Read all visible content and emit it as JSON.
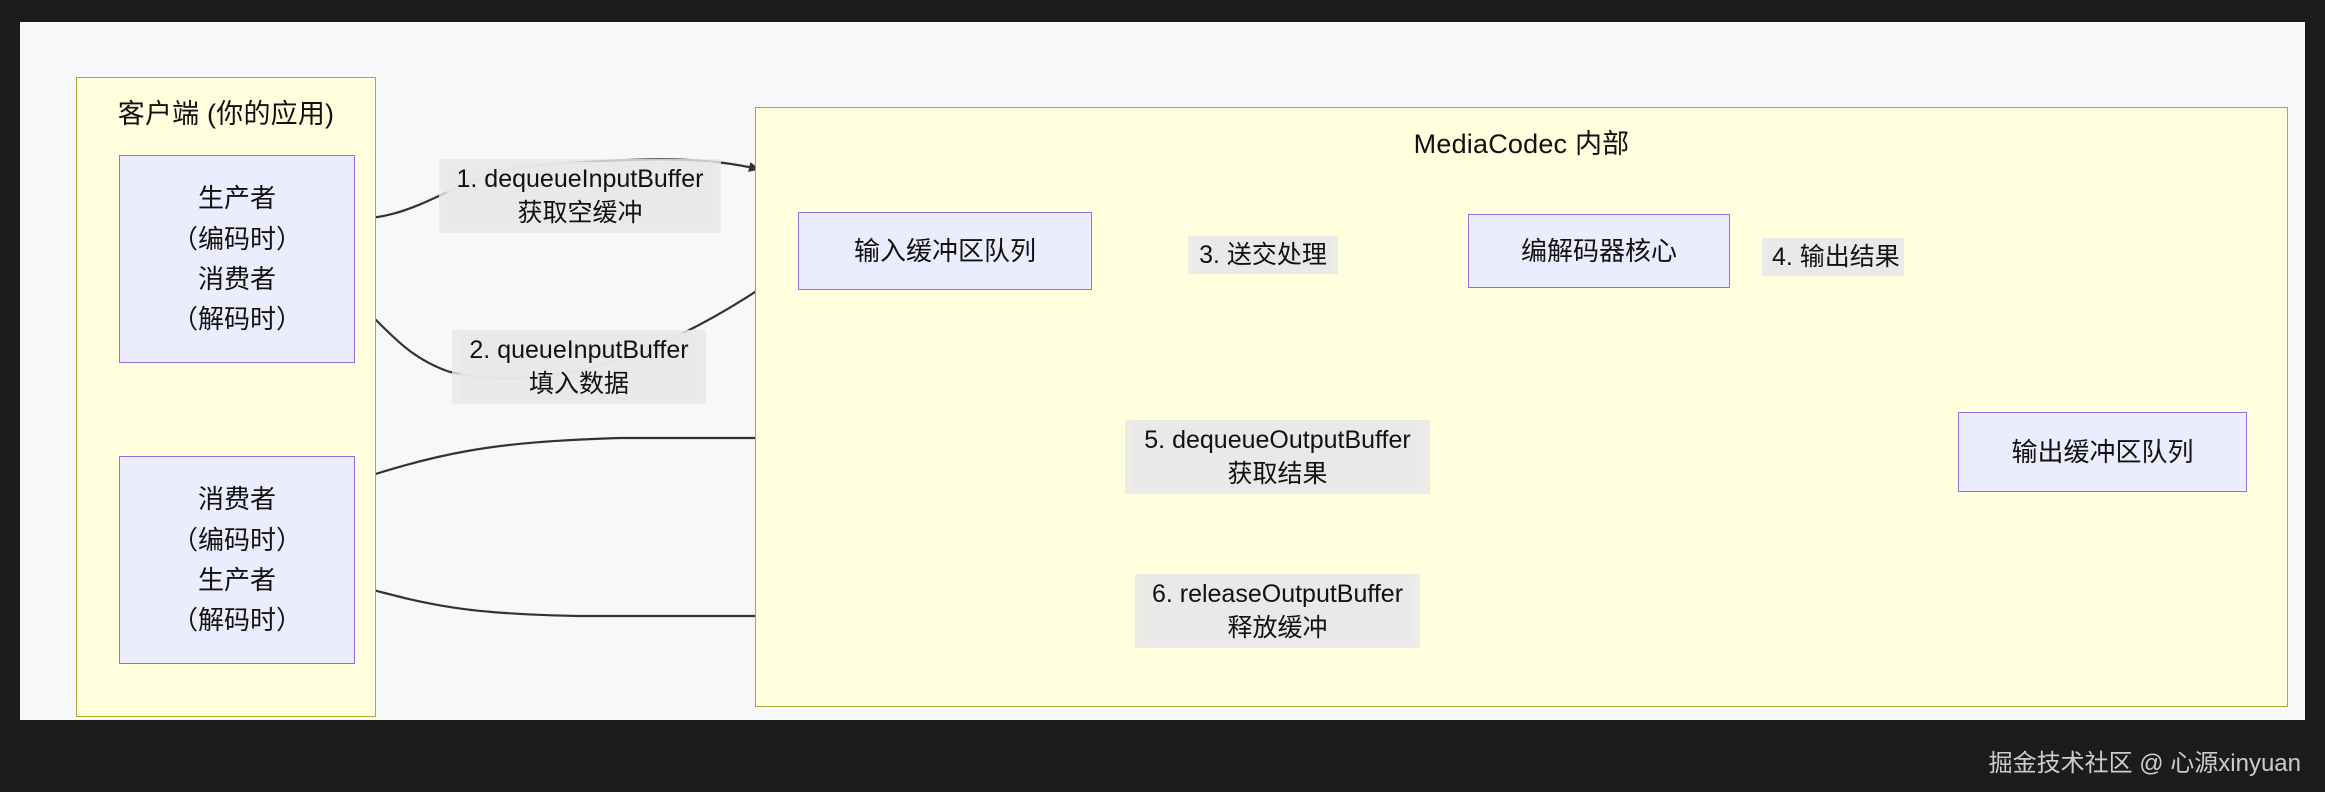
{
  "diagram": {
    "title_client": "客户端 (你的应用)",
    "title_codec": "MediaCodec 内部",
    "nodes": {
      "producer": "生产者\n（编码时）\n消费者\n（解码时）",
      "producer_lines": [
        "生产者",
        "（编码时）",
        "消费者",
        "（解码时）"
      ],
      "consumer_lines": [
        "消费者",
        "（编码时）",
        "生产者",
        "（解码时）"
      ],
      "input_queue": "输入缓冲区队列",
      "codec_core": "编解码器核心",
      "output_queue": "输出缓冲区队列"
    },
    "edges": [
      {
        "id": "1",
        "line1": "1. dequeueInputBuffer",
        "line2": "获取空缓冲"
      },
      {
        "id": "2",
        "line1": "2. queueInputBuffer",
        "line2": "填入数据"
      },
      {
        "id": "3",
        "line1": "3. 送交处理",
        "line2": ""
      },
      {
        "id": "4",
        "line1": "4. 输出结果",
        "line2": ""
      },
      {
        "id": "5",
        "line1": "5. dequeueOutputBuffer",
        "line2": "获取结果"
      },
      {
        "id": "6",
        "line1": "6. releaseOutputBuffer",
        "line2": "释放缓冲"
      }
    ],
    "watermark": "掘金技术社区 @ 心源xinyuan",
    "colors": {
      "subgraph_fill": "#ffffde",
      "subgraph_stroke": "#aaaa33",
      "node_fill": "#ececff",
      "node_stroke": "#9370db",
      "edge_stroke": "#333333",
      "canvas_bg": "#f7f8fa",
      "page_bg": "#1c1c1c"
    }
  }
}
